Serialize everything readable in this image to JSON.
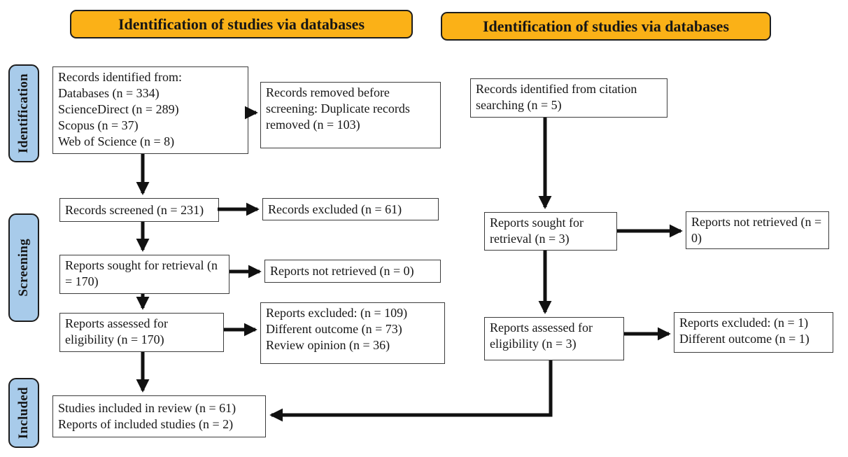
{
  "colors": {
    "header_bg": "#FBB117",
    "stage_bg": "#A8CBEA",
    "arrow": "#111111"
  },
  "headers": {
    "left": "Identification of studies via databases",
    "right": "Identification of studies via databases"
  },
  "stages": {
    "identification": "Identification",
    "screening": "Screening",
    "included": "Included"
  },
  "left_flow": {
    "records_identified": {
      "line1": "Records identified from:",
      "line2": "Databases (n = 334)",
      "line3": "ScienceDirect (n = 289)",
      "line4": "Scopus (n = 37)",
      "line5": "Web of Science (n = 8)"
    },
    "records_removed": {
      "line1": "Records removed before screening:",
      "line2": "Duplicate records removed (n = 103)"
    },
    "records_screened": "Records screened (n = 231)",
    "records_excluded": "Records excluded (n = 61)",
    "reports_sought": "Reports sought for retrieval (n = 170)",
    "reports_not_retrieved": "Reports not retrieved (n = 0)",
    "reports_assessed": "Reports assessed for eligibility (n = 170)",
    "reports_excluded": {
      "line1": "Reports excluded: (n = 109)",
      "line2": "Different outcome (n = 73)",
      "line3": "Review opinion (n = 36)"
    },
    "included": {
      "line1": "Studies included in review (n = 61)",
      "line2": "Reports of included studies (n = 2)"
    }
  },
  "right_flow": {
    "records_identified": "Records identified from citation searching (n = 5)",
    "reports_sought": "Reports sought for retrieval (n = 3)",
    "reports_not_retrieved": "Reports not retrieved (n = 0)",
    "reports_assessed": "Reports assessed for eligibility (n = 3)",
    "reports_excluded": {
      "line1": "Reports excluded: (n = 1)",
      "line2": "Different outcome (n = 1)"
    }
  }
}
